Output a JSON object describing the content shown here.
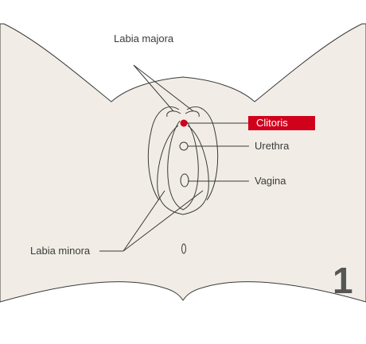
{
  "labels": {
    "labia_majora": "Labia majora",
    "clitoris": "Clitoris",
    "urethra": "Urethra",
    "vagina": "Vagina",
    "labia_minora": "Labia minora"
  },
  "figure_number": "1",
  "colors": {
    "background": "#ffffff",
    "body_fill": "#f1ede6",
    "outline": "#3a3a3a",
    "highlight": "#d0021b",
    "number": "#555555"
  }
}
